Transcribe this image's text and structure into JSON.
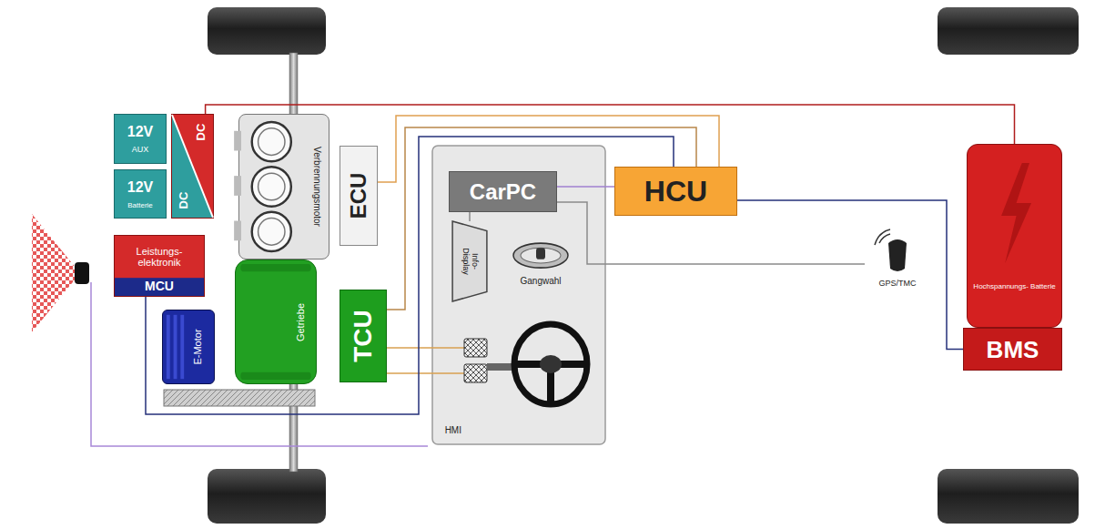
{
  "diagram": {
    "nodes": [
      {
        "text": [
          "12V",
          "AUX"
        ]
      },
      {
        "text": [
          "12V",
          "Batterie"
        ]
      },
      {
        "text": [
          "DC",
          "DC"
        ]
      },
      {
        "text": [
          "Verbrennungsmotor"
        ]
      },
      {
        "text": [
          "ECU"
        ]
      },
      {
        "text": [
          "Leistungs- elektronik",
          "MCU"
        ]
      },
      {
        "text": [
          "E-Motor"
        ]
      },
      {
        "text": [
          "Getriebe"
        ]
      },
      {
        "text": [
          "TCU"
        ]
      },
      {
        "text": [
          "HMI"
        ]
      },
      {
        "text": [
          "CarPC"
        ],
        "in": 9
      },
      {
        "text": [
          "Info- Display"
        ],
        "in": 9
      },
      {
        "text": [
          "Gangwahl"
        ],
        "in": 9
      },
      {
        "text": [
          "HCU"
        ]
      },
      {
        "text": [
          "GPS/TMC"
        ]
      },
      {
        "text": [
          "Hochspannungs- Batterie"
        ]
      },
      {
        "text": [
          "BMS"
        ]
      }
    ],
    "edges": [
      {
        "from": 2,
        "to": 15,
        "arrow": "none"
      },
      {
        "from": 4,
        "to": 13,
        "arrow": "none"
      },
      {
        "from": 8,
        "to": 13,
        "arrow": "none"
      },
      {
        "from": 5,
        "to": 13,
        "arrow": "none"
      },
      {
        "from": 16,
        "to": 13,
        "arrow": "none"
      },
      {
        "from": 10,
        "to": 13,
        "arrow": "none"
      },
      {
        "from": 10,
        "to": 14,
        "arrow": "none"
      },
      {
        "from": 11,
        "to": 10,
        "arrow": "none"
      }
    ]
  }
}
